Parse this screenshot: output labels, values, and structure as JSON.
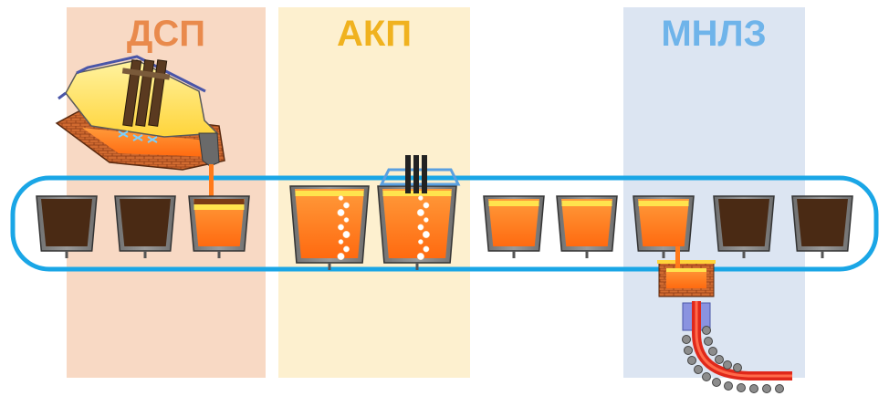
{
  "zones": [
    {
      "label": "ДСП",
      "bg": "#f8d9c4",
      "text_color": "#e98a4c"
    },
    {
      "label": "АКП",
      "bg": "#fdf0cf",
      "text_color": "#f0b21f"
    },
    {
      "label": "МНЛЗ",
      "bg": "#dce5f2",
      "text_color": "#6fb4ea"
    }
  ],
  "colors": {
    "loop_border": "#1aa6e6",
    "ladle_shell": "#7a7a7a",
    "ladle_outline": "#333333",
    "empty_ladle_fill": "#4a2a14",
    "molten_steel": "#ff7a1a",
    "slag_layer": "#ffe34d",
    "refractory_brick": "#c8602c",
    "furnace_body": "#ffe05a",
    "electrode": "#5a3a20",
    "strand": "#e0281a",
    "guide_roll": "#8c8c8c",
    "mould": "#8a93e0"
  },
  "ladles": [
    {
      "state": "empty"
    },
    {
      "state": "empty"
    },
    {
      "state": "filling"
    },
    {
      "state": "refining"
    },
    {
      "state": "refining-electrodes"
    },
    {
      "state": "full"
    },
    {
      "state": "full"
    },
    {
      "state": "pouring"
    },
    {
      "state": "empty"
    },
    {
      "state": "empty"
    }
  ],
  "icons": {
    "furnace": "electric-arc-furnace-icon",
    "electrodes": "graphite-electrodes-icon",
    "tundish": "tundish-icon",
    "strand": "continuous-cast-strand-icon"
  }
}
